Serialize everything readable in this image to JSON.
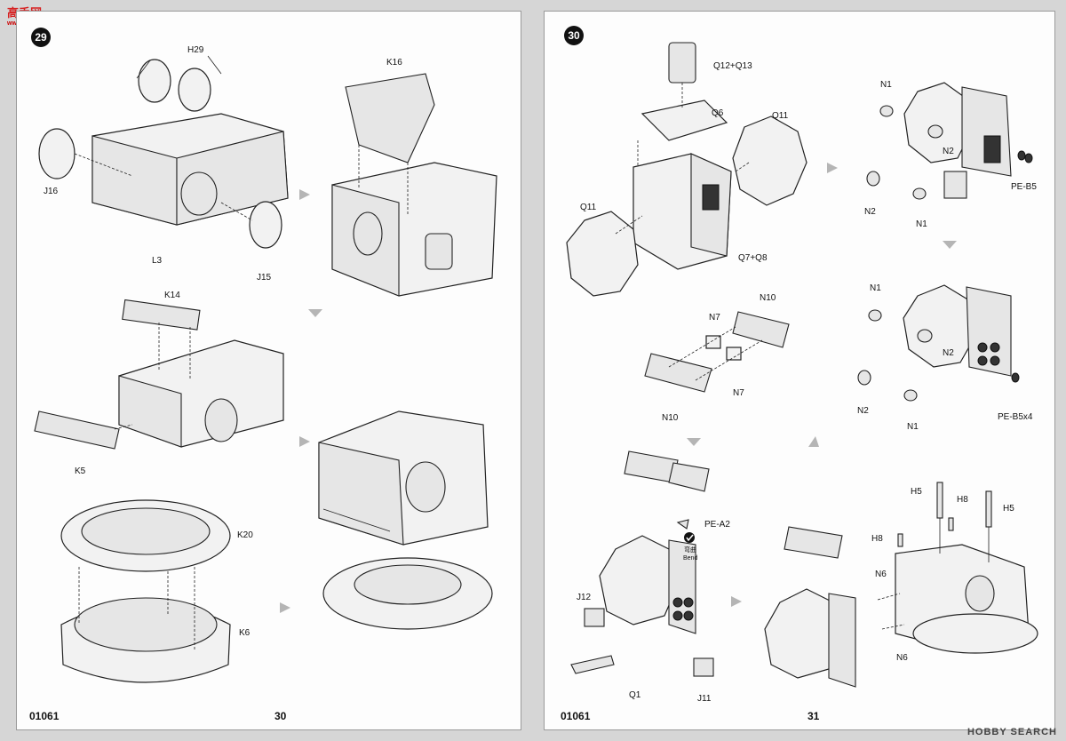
{
  "watermark": {
    "logo": "高手网",
    "logo_sub": "www.xxxx.com",
    "search": "HOBBY SEARCH"
  },
  "left_page": {
    "step_number": "29",
    "catalog_number": "01061",
    "page_number": "30",
    "part_labels": {
      "h29": "H29",
      "j16": "J16",
      "l3": "L3",
      "j15": "J15",
      "k16": "K16",
      "k14": "K14",
      "k5": "K5",
      "k20": "K20",
      "k6": "K6"
    }
  },
  "right_page": {
    "step_number": "30",
    "catalog_number": "01061",
    "page_number": "31",
    "part_labels": {
      "q12q13": "Q12+Q13",
      "q6": "Q6",
      "q11a": "Q11",
      "q11b": "Q11",
      "q7q8": "Q7+Q8",
      "n1a": "N1",
      "n2a": "N2",
      "n2b": "N2",
      "pe_b5": "PE-B5",
      "n1b": "N1",
      "n10a": "N10",
      "n7a": "N7",
      "n7b": "N7",
      "n10b": "N10",
      "n1c": "N1",
      "n2c": "N2",
      "n2d": "N2",
      "n1d": "N1",
      "pe_b5x4": "PE-B5x4",
      "pe_a2": "PE-A2",
      "bend_cn": "弯曲",
      "bend_en": "Bend",
      "j12": "J12",
      "q1": "Q1",
      "j11": "J11",
      "h5a": "H5",
      "h8a": "H8",
      "h5b": "H5",
      "h8b": "H8",
      "n6a": "N6",
      "n6b": "N6"
    }
  }
}
